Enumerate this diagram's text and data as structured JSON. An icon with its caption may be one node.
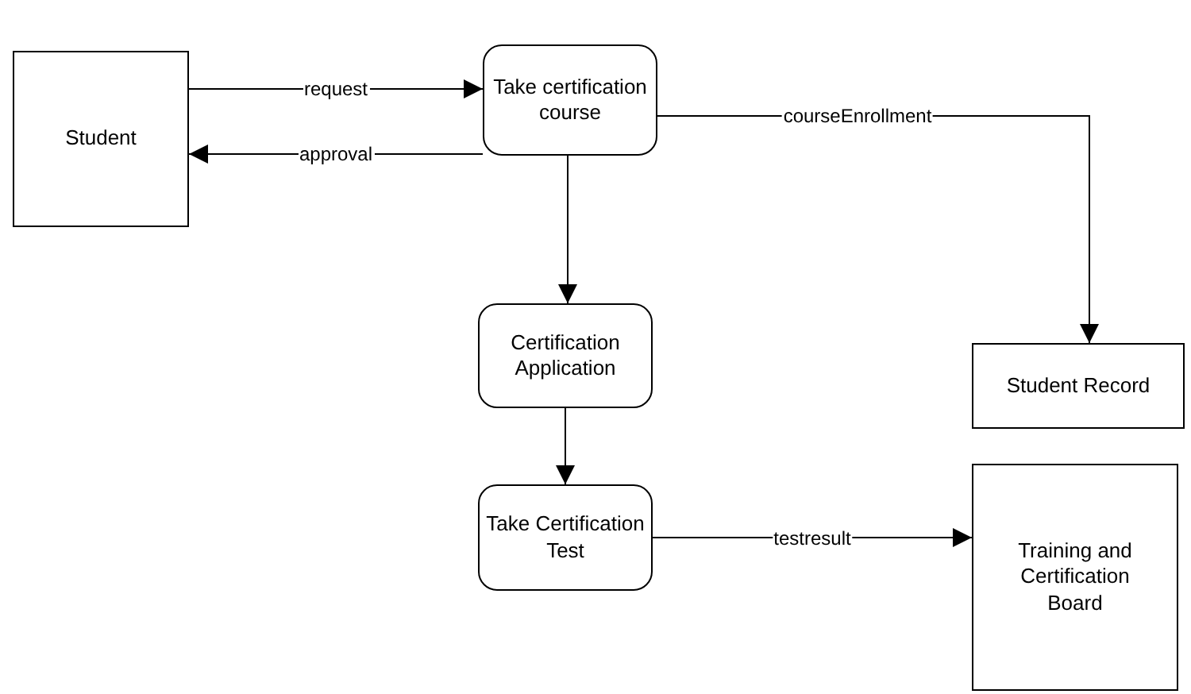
{
  "diagram": {
    "nodes": [
      {
        "text": [
          "Student"
        ]
      },
      {
        "text": [
          "Take certification course"
        ]
      },
      {
        "text": [
          "Certification Application"
        ]
      },
      {
        "text": [
          "Take Certification Test"
        ]
      },
      {
        "text": [
          "Student Record"
        ]
      },
      {
        "text": [
          "Training and Certification Board"
        ]
      }
    ],
    "edges": [
      {
        "from": 0,
        "to": 1,
        "arrow": "to",
        "label": "request"
      },
      {
        "from": 1,
        "to": 0,
        "arrow": "to",
        "label": "approval"
      },
      {
        "from": 1,
        "to": 4,
        "arrow": "to",
        "label": "courseEnrollment"
      },
      {
        "from": 1,
        "to": 2,
        "arrow": "to"
      },
      {
        "from": 2,
        "to": 3,
        "arrow": "to"
      },
      {
        "from": 3,
        "to": 5,
        "arrow": "to",
        "label": "testresult"
      }
    ]
  }
}
